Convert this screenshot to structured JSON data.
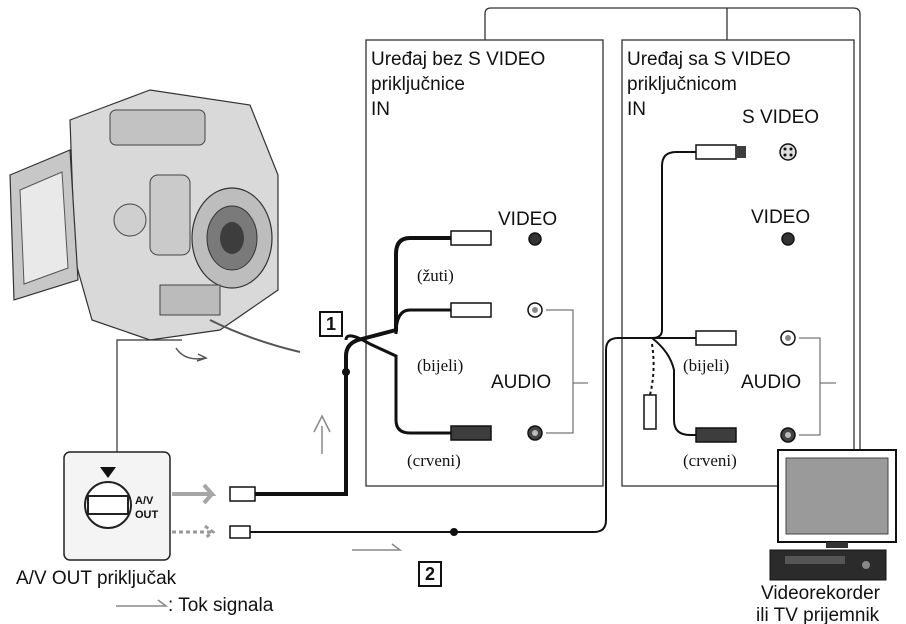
{
  "panel_left": {
    "title_line1": "Uređaj bez S VIDEO",
    "title_line2": "priključnice",
    "in_label": "IN",
    "video_label": "VIDEO",
    "audio_label": "AUDIO",
    "cable_yellow": "(žuti)",
    "cable_white": "(bijeli)",
    "cable_red": "(crveni)"
  },
  "panel_right": {
    "title_line1": "Uređaj sa S VIDEO",
    "title_line2": "priključnicom",
    "in_label": "IN",
    "svideo_label": "S VIDEO",
    "video_label": "VIDEO",
    "audio_label": "AUDIO",
    "cable_white": "(bijeli)",
    "cable_red": "(crveni)"
  },
  "cable_tags": {
    "tag1": "1",
    "tag2": "2"
  },
  "jack_panel": {
    "av_label_line1": "A/V",
    "av_label_line2": "OUT"
  },
  "captions": {
    "av_out": "A/V OUT priključak",
    "legend": ": Tok signala",
    "device_line1": "Videorekorder",
    "device_line2": "ili TV prijemnik"
  },
  "icons": [
    "camcorder-icon",
    "tv-icon",
    "vcr-icon",
    "signal-arrow-icon"
  ],
  "colors": {
    "line": "#111111",
    "panel_border": "#333333",
    "cable_grey": "#888888"
  }
}
